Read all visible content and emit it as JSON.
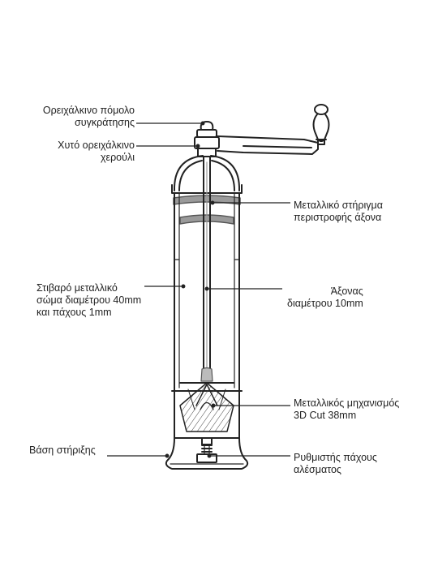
{
  "colors": {
    "ink": "#222222",
    "shade": "#9a9a9a",
    "paper": "#ffffff"
  },
  "labels": {
    "knob": [
      "Ορειχάλκινο πόμολο",
      "συγκράτησης"
    ],
    "handle": [
      "Χυτό ορειχάλκινο",
      "χερούλι"
    ],
    "bearing": [
      "Μεταλλικό στήριγμα",
      "περιστροφής άξονα"
    ],
    "body": [
      "Στιβαρό μεταλλικό",
      "σώμα διαμέτρου 40mm",
      "και πάχους 1mm"
    ],
    "shaft": [
      "Άξονας",
      "διαμέτρου 10mm"
    ],
    "mechanism": [
      "Μεταλλικός μηχανισμός",
      "3D Cut 38mm"
    ],
    "base": [
      "Βάση στήριξης"
    ],
    "adjuster": [
      "Ρυθμιστής πάχους",
      "αλέσματος"
    ]
  }
}
